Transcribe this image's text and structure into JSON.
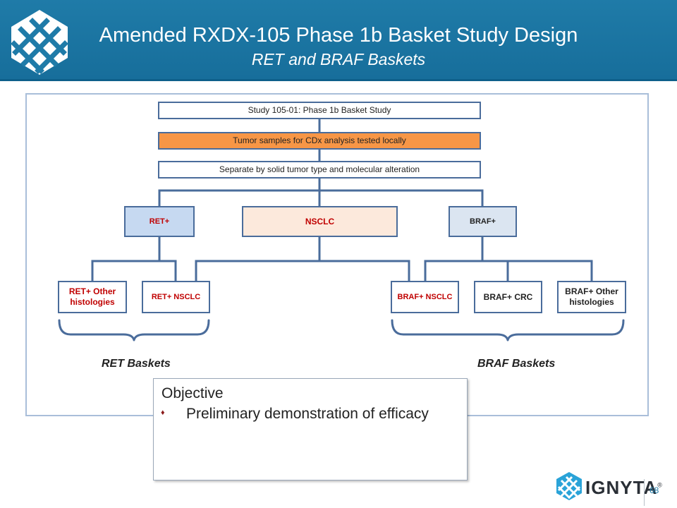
{
  "header": {
    "title": "Amended RXDX-105 Phase 1b Basket Study Design",
    "subtitle": "RET and BRAF Baskets"
  },
  "diagram": {
    "study": "Study 105-01: Phase 1b Basket Study",
    "tumor_samples": "Tumor samples for CDx analysis tested locally",
    "separate": "Separate by solid tumor type and molecular alteration",
    "ret_plus": "RET+",
    "nsclc": "NSCLC",
    "braf_plus": "BRAF+",
    "leaves": {
      "ret_other": "RET+ Other histologies",
      "ret_nsclc": "RET+ NSCLC",
      "braf_nsclc": "BRAF+ NSCLC",
      "braf_crc": "BRAF+ CRC",
      "braf_other": "BRAF+ Other histologies"
    },
    "ret_baskets": "RET Baskets",
    "braf_baskets": "BRAF Baskets"
  },
  "objective": {
    "title": "Objective",
    "item": "Preliminary demonstration of efficacy"
  },
  "footer": {
    "brand": "IGNYTA",
    "trademark": "®",
    "page": "68"
  },
  "colors": {
    "header": "#1f7ba8",
    "orange": "#f79646",
    "ret_fill": "#c6d9f1",
    "nsclc_fill": "#fce9dc",
    "braf_fill": "#dbe5f1",
    "connector": "#4a6c9b",
    "red_text": "#c00000"
  }
}
